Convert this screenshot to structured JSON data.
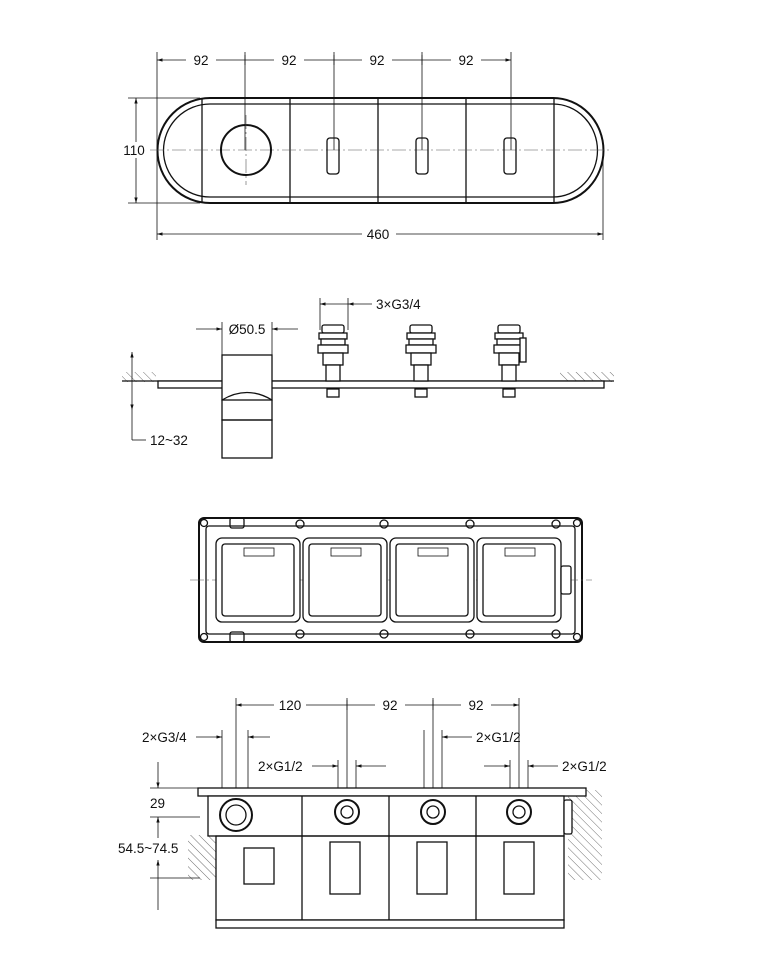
{
  "top_view": {
    "dims": [
      "92",
      "92",
      "92",
      "92"
    ],
    "height": "110",
    "width": "460"
  },
  "side_view": {
    "connections": "3×G3/4",
    "diameter": "Ø50.5",
    "depth": "12~32"
  },
  "bottom_view": {
    "spacing": [
      "120",
      "92",
      "92"
    ],
    "inlet_left": "2×G3/4",
    "outlets": [
      "2×G1/2",
      "2×G1/2",
      "2×G1/2"
    ],
    "height_top": "29",
    "depth_range": "54.5~74.5"
  }
}
